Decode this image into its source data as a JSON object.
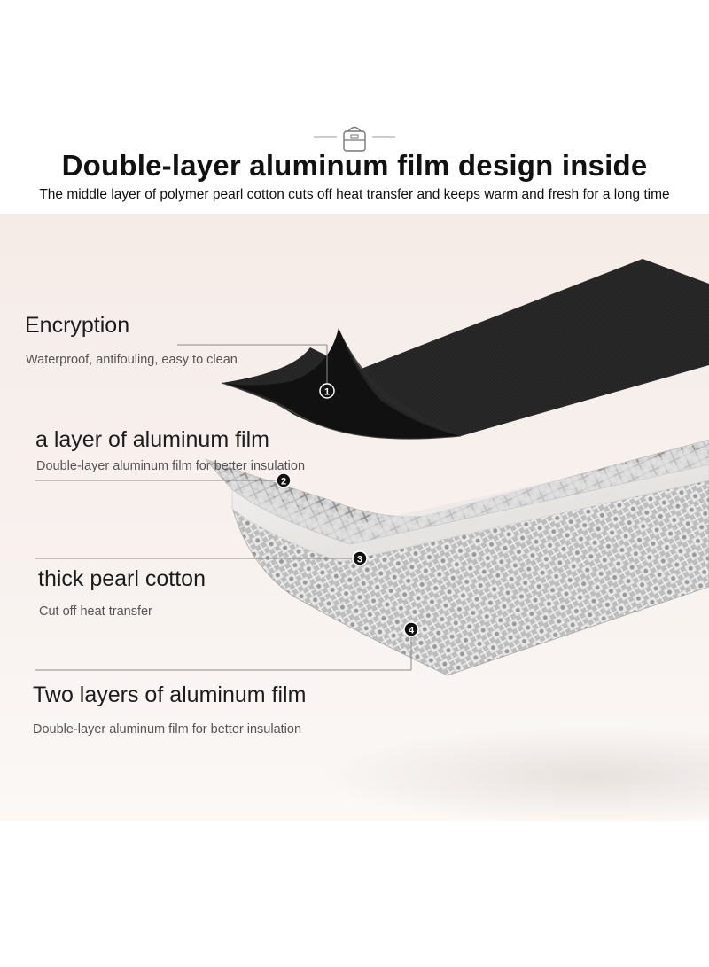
{
  "header": {
    "icon": "cooler-bag-icon",
    "title": "Double-layer aluminum film design inside",
    "subtitle": "The middle layer of polymer pearl cotton cuts off heat transfer and keeps warm and fresh for a long time"
  },
  "layers": [
    {
      "number": "1",
      "title": "Encryption",
      "description": "Waterproof, antifouling, easy to clean"
    },
    {
      "number": "2",
      "title": "a layer of aluminum film",
      "description": "Double-layer aluminum film for better insulation"
    },
    {
      "number": "3",
      "title": "thick pearl cotton",
      "description": "Cut off heat transfer"
    },
    {
      "number": "4",
      "title": "Two layers of aluminum film",
      "description": "Double-layer aluminum film for better insulation"
    }
  ],
  "colors": {
    "background": "#f5ece8",
    "black_fabric": "#1e1e1e",
    "aluminum": "#c9c9c9",
    "pearl_cotton": "#ecebe9",
    "leader_line": "#8a8a8a"
  }
}
